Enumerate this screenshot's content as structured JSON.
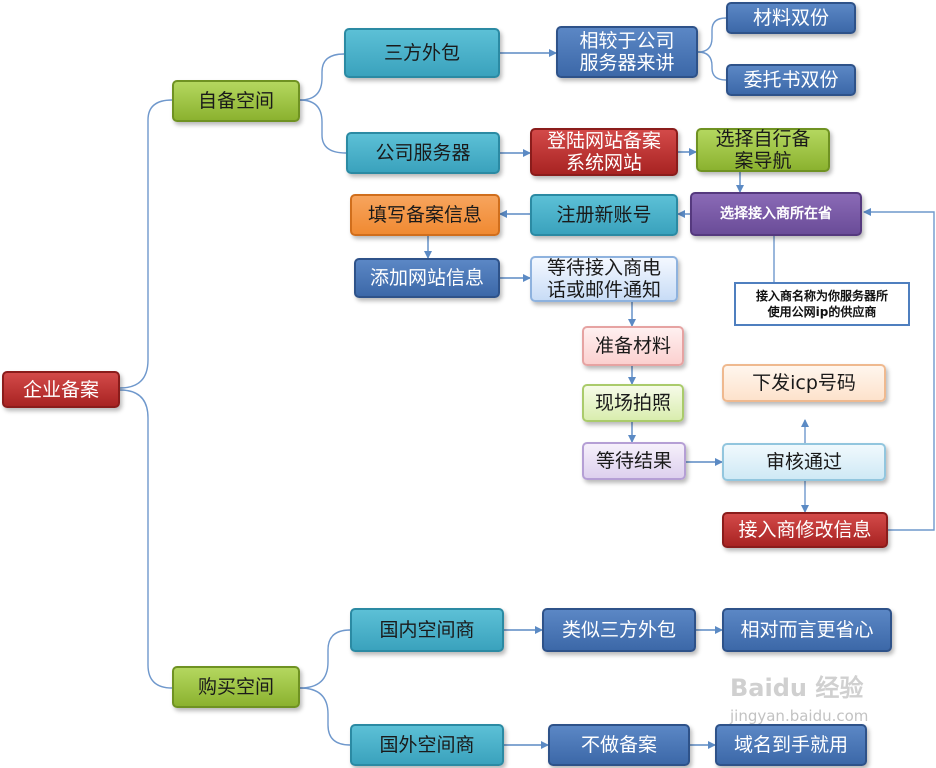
{
  "nodes": {
    "enterprise_filing": "企业备案",
    "own_space": "自备空间",
    "buy_space": "购买空间",
    "outsource": "三方外包",
    "company_server": "公司服务器",
    "compare_server": "相较于公司\n服务器来讲",
    "materials_double": "材料双份",
    "authorization_double": "委托书双份",
    "login_filing_site": "登陆网站备案\n系统网站",
    "select_self_nav": "选择自行备\n案导航",
    "select_province": "选择接入商所在省",
    "register_account": "注册新账号",
    "fill_filing_info": "填写备案信息",
    "add_site_info": "添加网站信息",
    "wait_notice": "等待接入商电\n话或邮件通知",
    "provider_note": "接入商名称为你服务器所\n使用公网ip的供应商",
    "prepare_materials": "准备材料",
    "onsite_photo": "现场拍照",
    "wait_result": "等待结果",
    "issue_icp": "下发icp号码",
    "review_pass": "审核通过",
    "provider_modify": "接入商修改信息",
    "domestic_provider": "国内空间商",
    "similar_outsource": "类似三方外包",
    "relatively_easier": "相对而言更省心",
    "foreign_provider": "国外空间商",
    "no_filing": "不做备案",
    "domain_ready": "域名到手就用"
  },
  "watermark": {
    "brand": "Baidu 经验",
    "url": "jingyan.baidu.com"
  },
  "colors": {
    "line": "#5b8ac4",
    "red": "#b52d2c",
    "green": "#9cc243",
    "teal": "#4bb2cb",
    "blue": "#4472b4",
    "purple": "#7b5ba8",
    "orange": "#f39a48"
  }
}
